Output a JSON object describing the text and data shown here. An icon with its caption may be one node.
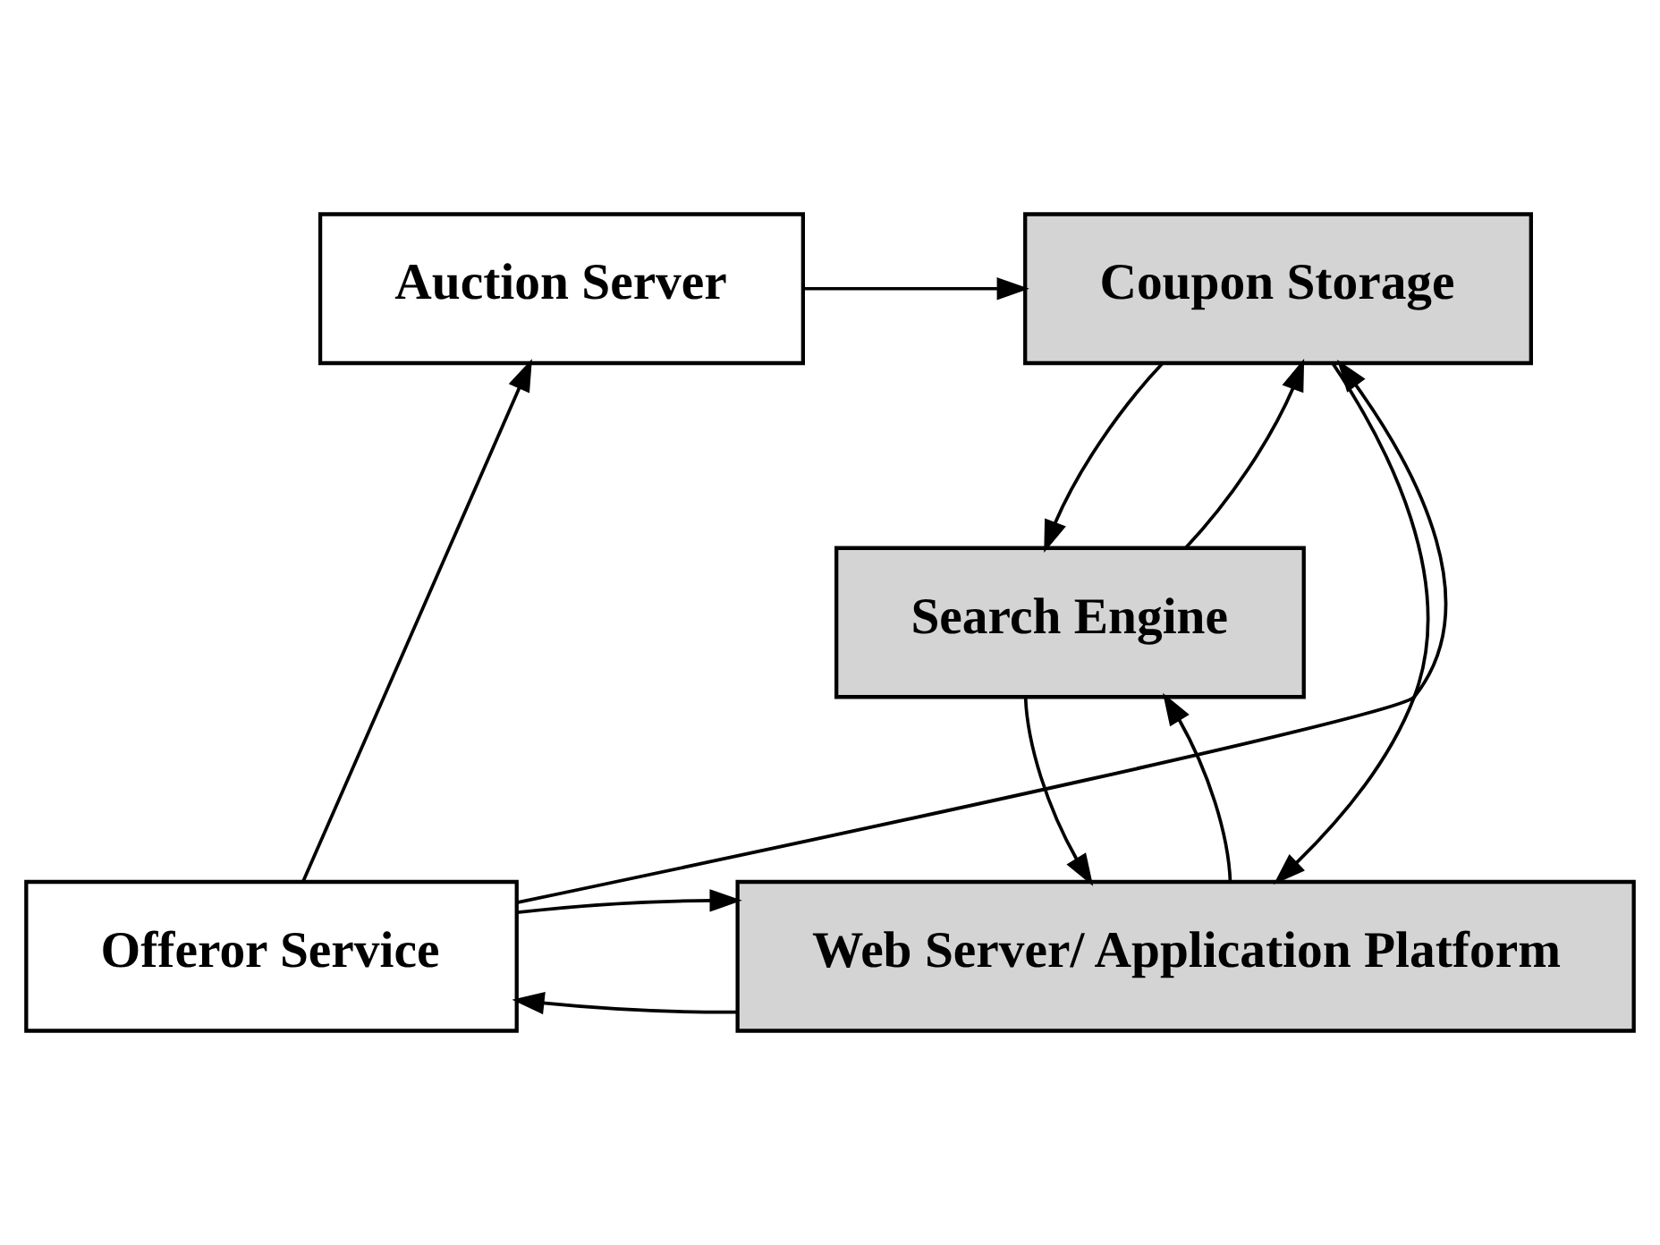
{
  "diagram": {
    "nodes": [
      {
        "text": [
          "Auction Server"
        ]
      },
      {
        "text": [
          "Coupon Storage"
        ]
      },
      {
        "text": [
          "Search Engine"
        ]
      },
      {
        "text": [
          "Offeror Service"
        ]
      },
      {
        "text": [
          "Web Server/ Application Platform"
        ]
      }
    ],
    "edges": [
      {
        "from": 0,
        "to": 1,
        "arrow": "to"
      },
      {
        "from": 3,
        "to": 0,
        "arrow": "to"
      },
      {
        "from": 3,
        "to": 1,
        "arrow": "to"
      },
      {
        "from": 1,
        "to": 2,
        "arrow": "to"
      },
      {
        "from": 2,
        "to": 1,
        "arrow": "to"
      },
      {
        "from": 1,
        "to": 4,
        "arrow": "to"
      },
      {
        "from": 2,
        "to": 4,
        "arrow": "to"
      },
      {
        "from": 4,
        "to": 2,
        "arrow": "to"
      },
      {
        "from": 4,
        "to": 3,
        "arrow": "to"
      },
      {
        "from": 3,
        "to": 4,
        "arrow": "to"
      }
    ]
  }
}
